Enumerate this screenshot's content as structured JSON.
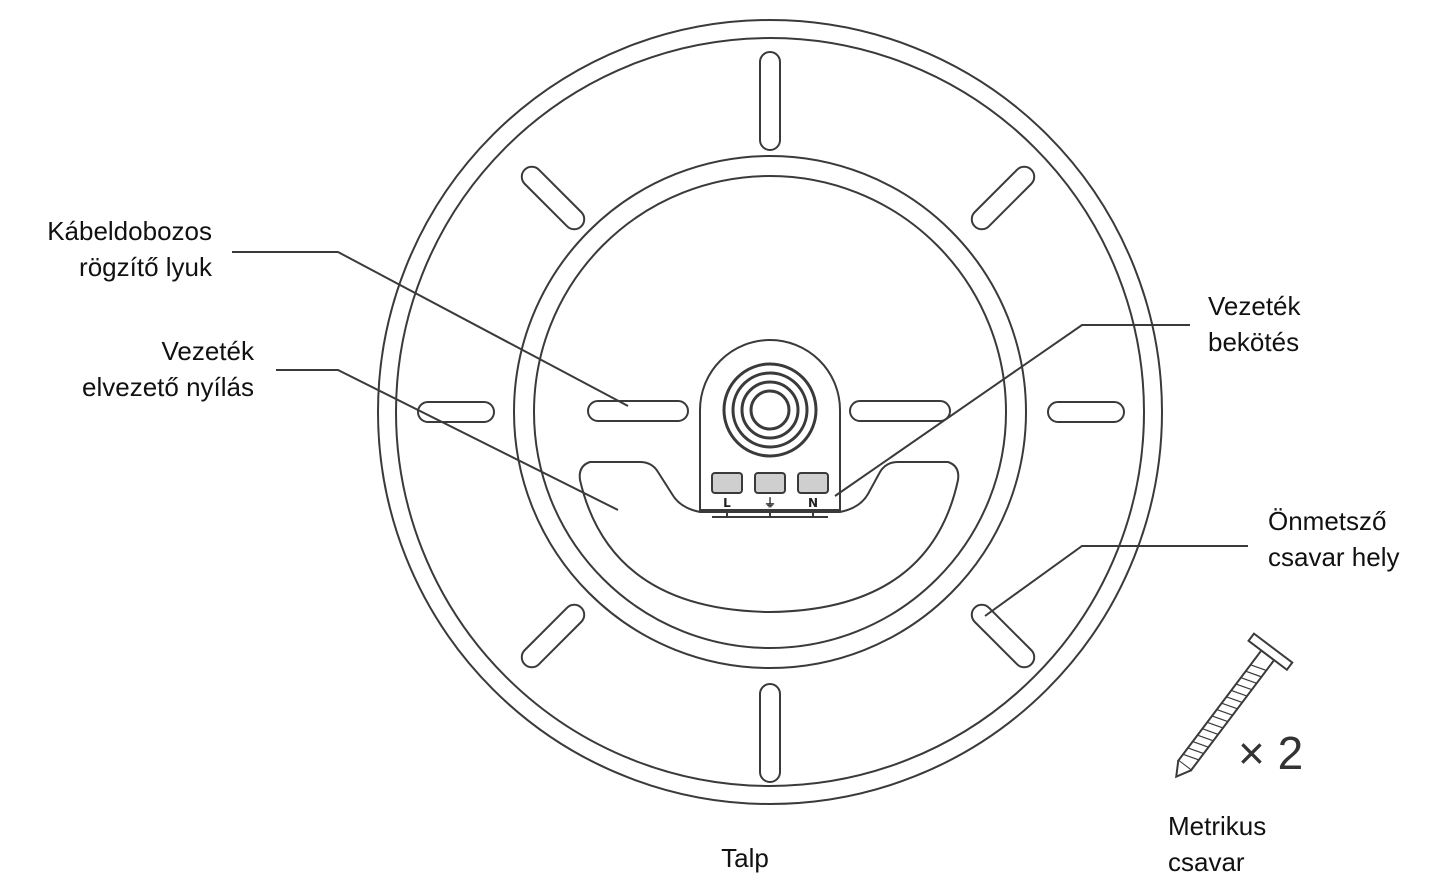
{
  "labels": {
    "cable_box_hole": [
      "Kábeldobozos",
      "rögzítő lyuk"
    ],
    "wire_outlet": [
      "Vezeték",
      "elvezető nyílás"
    ],
    "wire_connection": [
      "Vezeték",
      "bekötés"
    ],
    "self_tapping_screw": [
      "Önmetsző",
      "csavar hely"
    ],
    "metric_screw": [
      "Metrikus",
      "csavar"
    ],
    "base": "Talp",
    "quantity": "× 2"
  },
  "terminal_block": {
    "terminals": [
      "L",
      "⏚",
      "N"
    ]
  },
  "colors": {
    "line": "#3a3a3a",
    "terminal_fill": "#cfcfcf",
    "text": "#111111"
  }
}
